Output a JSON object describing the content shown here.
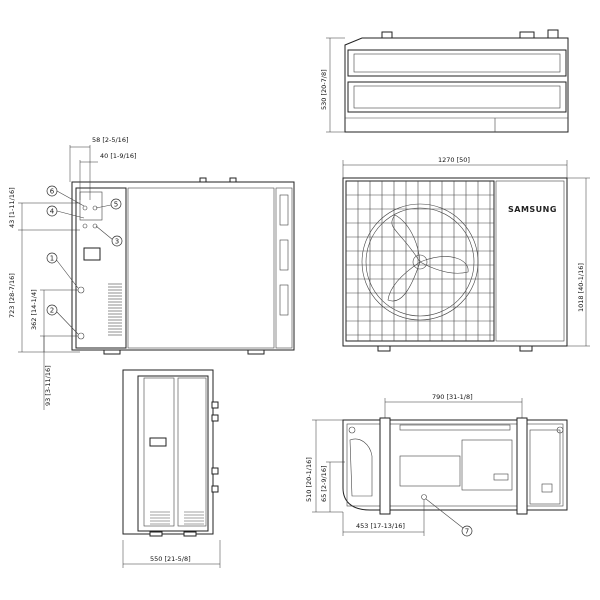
{
  "brand": "SAMSUNG",
  "dimensions": {
    "top_height": "530 [20-7/8]",
    "width_front": "1270 [50]",
    "height_front": "1018 [40-1/16]",
    "side_58": "58 [2-5/16]",
    "side_40": "40 [1-9/16]",
    "side_43": "43 [1-11/16]",
    "side_723": "723 [28-7/16]",
    "side_362": "362 [14-1/4]",
    "side_93": "93 [3-11/16]",
    "depth_550": "550 [21-5/8]",
    "bottom_790": "790 [31-1/8]",
    "bottom_510": "510 [20-1/16]",
    "bottom_65": "65 [2-9/16]",
    "bottom_453": "453 [17-13/16]"
  },
  "callouts": [
    "1",
    "2",
    "3",
    "4",
    "5",
    "6",
    "7"
  ]
}
